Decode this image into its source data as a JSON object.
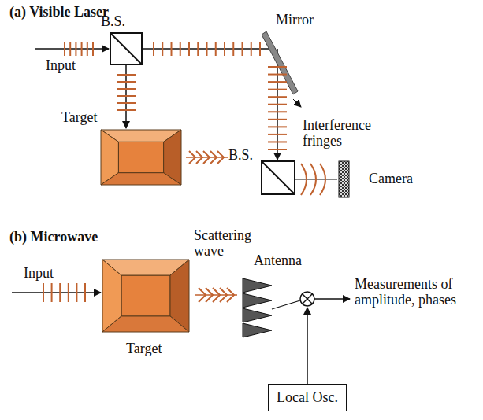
{
  "diagram": {
    "nodes": [
      {
        "text": [
          "Local Osc."
        ]
      }
    ],
    "labels": [
      "(a) Visible Laser",
      "B.S.",
      "Mirror",
      "Input",
      "Target",
      "B.S.",
      "Interference fringes",
      "Camera",
      "(b) Microwave",
      "Input",
      "Target",
      "Scattering wave",
      "Antenna",
      "Measurements of amplitude, phases"
    ]
  }
}
